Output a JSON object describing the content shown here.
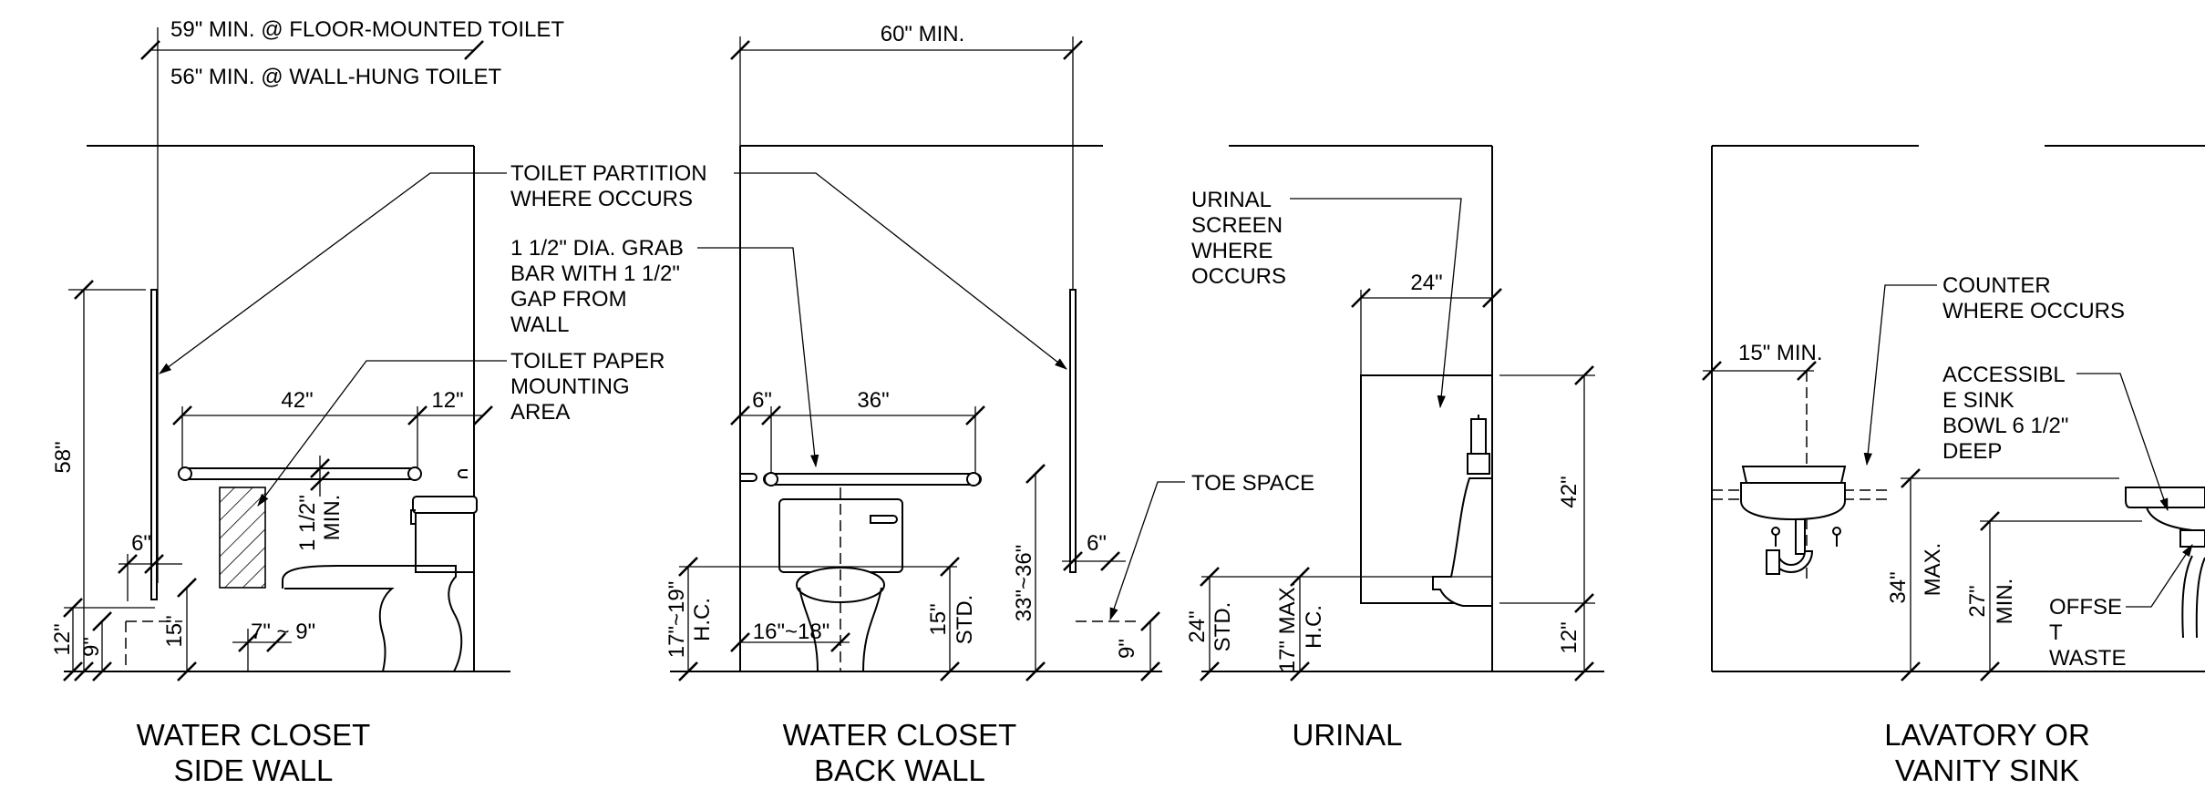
{
  "panels": {
    "side_wall": {
      "title": [
        "WATER CLOSET",
        "SIDE WALL"
      ],
      "dims": {
        "floor_mounted": "59\" MIN. @ FLOOR-MOUNTED TOILET",
        "wall_hung": "56\" MIN. @ WALL-HUNG TOILET",
        "partition_height": "58\"",
        "grab_bar_length": "42\"",
        "grab_bar_offset": "12\"",
        "wall_gap": "6\"",
        "bottom_12": "12\"",
        "bottom_9": "9\"",
        "bottom_15": "15\"",
        "paper_range": "7\" ~ 9\"",
        "bar_gap": "1 1/2\"",
        "bar_gap_min": "MIN."
      }
    },
    "back_wall": {
      "title": [
        "WATER CLOSET",
        "BACK WALL"
      ],
      "dims": {
        "width": "60\" MIN.",
        "end_offset": "6\"",
        "grab_bar_length": "36\"",
        "seat_height": "17\"~19\"",
        "seat_hc": "H.C.",
        "centerline": "16\"~18\"",
        "std_height": "15\"",
        "std": "STD.",
        "bar_height": "33\"~36\"",
        "partition_gap": "6\"",
        "toe_height": "9\""
      }
    },
    "urinal": {
      "title": [
        "URINAL"
      ],
      "dims": {
        "screen_width": "24\"",
        "screen_height": "42\"",
        "screen_bottom": "12\"",
        "std_height": "24\"",
        "std": "STD.",
        "hc_height": "17\" MAX.",
        "hc": "H.C."
      }
    },
    "lavatory": {
      "title": [
        "LAVATORY OR",
        "VANITY SINK"
      ],
      "dims": {
        "wall_offset": "15\" MIN.",
        "rim_height": "34\"",
        "rim_max": "MAX.",
        "knee_height": "27\"",
        "knee_min": "MIN."
      }
    }
  },
  "callouts": {
    "toilet_partition": [
      "TOILET PARTITION",
      "WHERE OCCURS"
    ],
    "grab_bar": [
      "1 1/2\" DIA. GRAB",
      "BAR WITH 1 1/2\"",
      "GAP FROM",
      "WALL"
    ],
    "toilet_paper": [
      "TOILET PAPER",
      "MOUNTING",
      "AREA"
    ],
    "toe_space": "TOE SPACE",
    "urinal_screen": [
      "URINAL",
      "SCREEN",
      "WHERE",
      "OCCURS"
    ],
    "counter": [
      "COUNTER",
      "WHERE OCCURS"
    ],
    "accessible_sink": [
      "ACCESSIBL",
      "E SINK",
      "BOWL 6 1/2\"",
      "DEEP"
    ],
    "offset_waste": [
      "OFFSE",
      "T",
      "WASTE"
    ]
  }
}
